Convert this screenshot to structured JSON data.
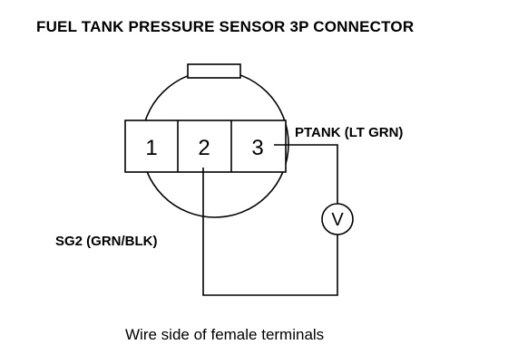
{
  "title": "FUEL TANK PRESSURE SENSOR 3P CONNECTOR",
  "terminals": [
    "1",
    "2",
    "3"
  ],
  "wire_ptank": "PTANK (LT GRN)",
  "wire_sg2": "SG2 (GRN/BLK)",
  "meter_symbol": "V",
  "caption": "Wire side of female terminals"
}
